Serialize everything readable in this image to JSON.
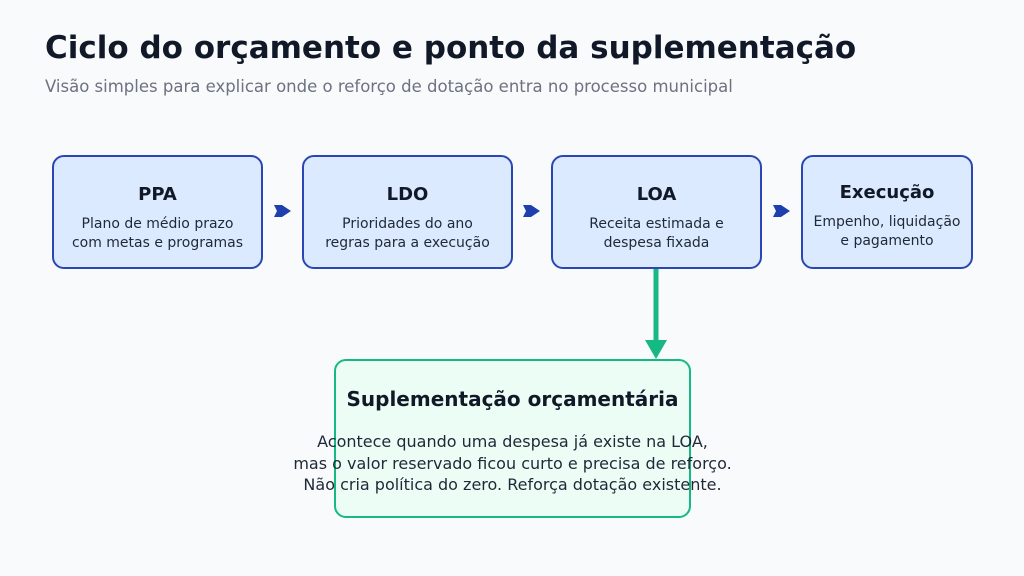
{
  "header": {
    "title": "Ciclo do orçamento e ponto da suplementação",
    "subtitle": "Visão simples para explicar onde o reforço de dotação entra no processo municipal"
  },
  "stages": [
    {
      "title": "PPA",
      "line1": "Plano de médio prazo",
      "line2": "com metas e programas"
    },
    {
      "title": "LDO",
      "line1": "Prioridades do ano",
      "line2": "regras para a execução"
    },
    {
      "title": "LOA",
      "line1": "Receita estimada e",
      "line2": "despesa fixada"
    },
    {
      "title": "Execução",
      "line1": "Empenho, liquidação",
      "line2": "e pagamento"
    }
  ],
  "highlight": {
    "title": "Suplementação orçamentária",
    "line1": "Acontece quando uma despesa já existe na LOA,",
    "line2": "mas o valor reservado ficou curto e precisa de reforço.",
    "line3": "Não cria política do zero. Reforça dotação existente."
  },
  "colors": {
    "flow": "#1e40af",
    "highlight": "#10b981",
    "box_fill": "#dbeafe",
    "highlight_fill": "#ecfdf5"
  }
}
